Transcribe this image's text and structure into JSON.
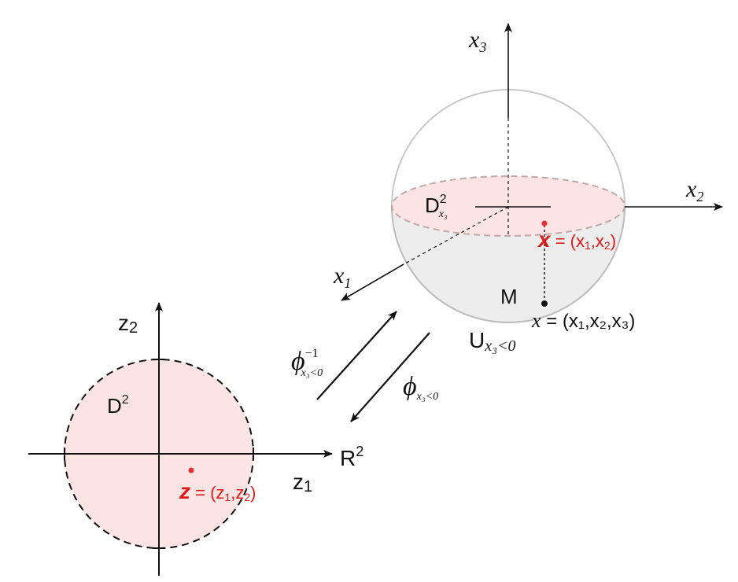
{
  "colors": {
    "disk_fill": "#fce4e4",
    "sphere_fill": "#ececec",
    "point_red": "#e53030",
    "label_red": "#e11a1a",
    "axis": "#111111"
  },
  "plane": {
    "axis_z1": "z",
    "axis_z1_sub": "1",
    "axis_z2": "z",
    "axis_z2_sub": "2",
    "space_label": "R",
    "space_label_sup": "2",
    "disk_label": "D",
    "disk_label_sup": "2",
    "point": {
      "var": "z",
      "eq": " = (z",
      "sub1": "1",
      "comma": ",z",
      "sub2": "2",
      "close": ")"
    }
  },
  "sphere": {
    "axis_x1": "x",
    "axis_x1_sub": "1",
    "axis_x2": "x",
    "axis_x2_sub": "2",
    "axis_x3": "x",
    "axis_x3_sub": "3",
    "disk_label": "D",
    "disk_label_sup": "2",
    "disk_label_sub": "x₃",
    "manifold_label": "M",
    "chart_domain": "U",
    "chart_domain_sub": "x₃<0",
    "proj_point": {
      "var": "x",
      "eq": " = (x",
      "sub1": "1",
      "comma": ",x",
      "sub2": "2",
      "close": ")"
    },
    "surface_point": {
      "var": "x",
      "text": " = (x₁,x₂,x₃)"
    }
  },
  "maps": {
    "inverse": {
      "symbol": "ϕ",
      "sup": "−1",
      "sub": "x₃<0"
    },
    "forward": {
      "symbol": "ϕ",
      "sub": "x₃<0"
    }
  }
}
